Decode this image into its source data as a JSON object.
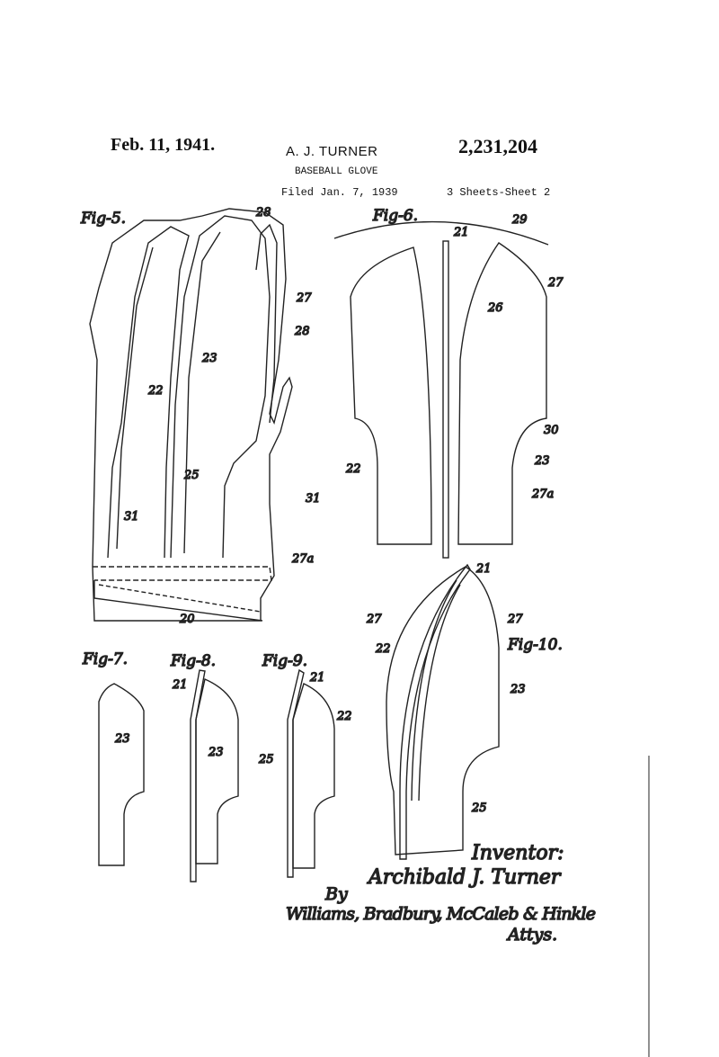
{
  "header": {
    "date": "Feb. 11, 1941.",
    "inventor": "A. J. TURNER",
    "patent_number": "2,231,204",
    "title": "BASEBALL GLOVE",
    "filed": "Filed Jan. 7, 1939",
    "sheets": "3 Sheets-Sheet 2"
  },
  "figures": {
    "fig5": "Fig-5.",
    "fig6": "Fig-6.",
    "fig7": "Fig-7.",
    "fig8": "Fig-8.",
    "fig9": "Fig-9.",
    "fig10": "Fig-10."
  },
  "numerals": {
    "n20": "20",
    "n21": "21",
    "n22": "22",
    "n23": "23",
    "n25": "25",
    "n26": "26",
    "n27": "27",
    "n27a": "27a",
    "n28": "28",
    "n29": "29",
    "n30": "30",
    "n31": "31"
  },
  "signature": {
    "inventor_label": "Inventor:",
    "inventor_name": "Archibald J. Turner",
    "by": "By",
    "attorneys": "Williams, Bradbury, McCaleb & Hinkle",
    "attys": "Attys."
  }
}
